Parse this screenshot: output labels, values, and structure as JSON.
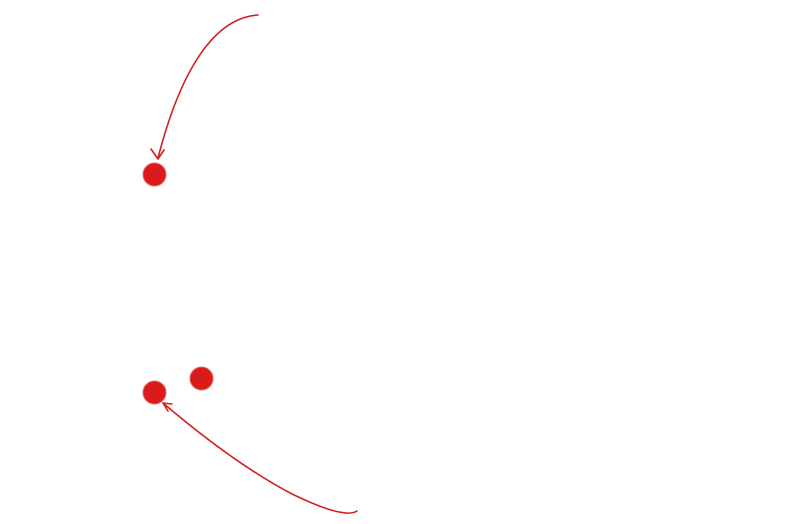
{
  "colors": {
    "background": "#ffffff",
    "marker": "#da1b1b",
    "arrow": "#d21f1f"
  },
  "annotations": {
    "markers": [
      {
        "name": "red-dot-marker-top"
      },
      {
        "name": "red-dot-marker-bottom-left"
      },
      {
        "name": "red-dot-marker-bottom-right"
      }
    ],
    "arrows": [
      {
        "name": "curved-arrow-top"
      },
      {
        "name": "curved-arrow-bottom"
      }
    ]
  }
}
